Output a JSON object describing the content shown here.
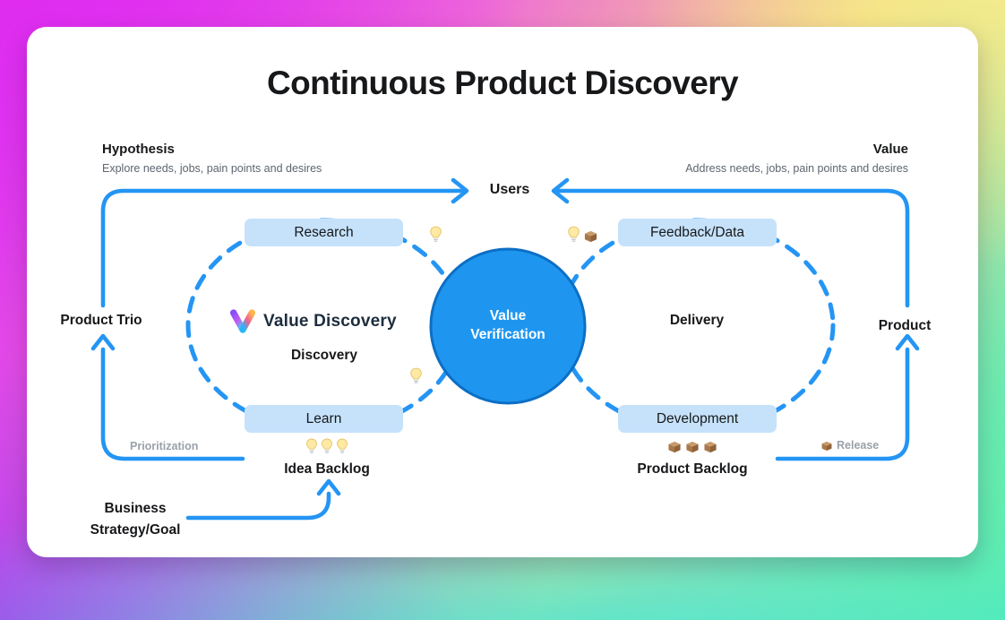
{
  "title": "Continuous Product Discovery",
  "hypothesis": {
    "title": "Hypothesis",
    "subtitle": "Explore needs, jobs, pain points and desires"
  },
  "value": {
    "title": "Value",
    "subtitle": "Address needs, jobs,  pain points and desires"
  },
  "users_label": "Users",
  "left_loop": {
    "top_box": "Research",
    "bottom_box": "Learn",
    "label": "Discovery",
    "brand": "Value Discovery"
  },
  "right_loop": {
    "top_box": "Feedback/Data",
    "bottom_box": "Development",
    "label": "Delivery"
  },
  "center_circle": {
    "line1": "Value",
    "line2": "Verification"
  },
  "side_labels": {
    "left": "Product Trio",
    "right": "Product"
  },
  "flow_labels": {
    "prioritization": "Prioritization",
    "release": "Release"
  },
  "backlogs": {
    "idea": "Idea Backlog",
    "product": "Product Backlog"
  },
  "business_goal": {
    "line1": "Business",
    "line2": "Strategy/Goal"
  },
  "icons": {
    "bulb": "lightbulb-icon",
    "package": "package-icon",
    "brand": "value-discovery-logo"
  },
  "colors": {
    "flow_blue": "#2495F4",
    "circle_fill": "#1E96F0",
    "circle_stroke": "#0C6FC4",
    "box_fill": "#C6E2FB",
    "muted_text": "#9AA1A9",
    "subtitle_text": "#5D6570",
    "heading_text": "#17181A"
  }
}
